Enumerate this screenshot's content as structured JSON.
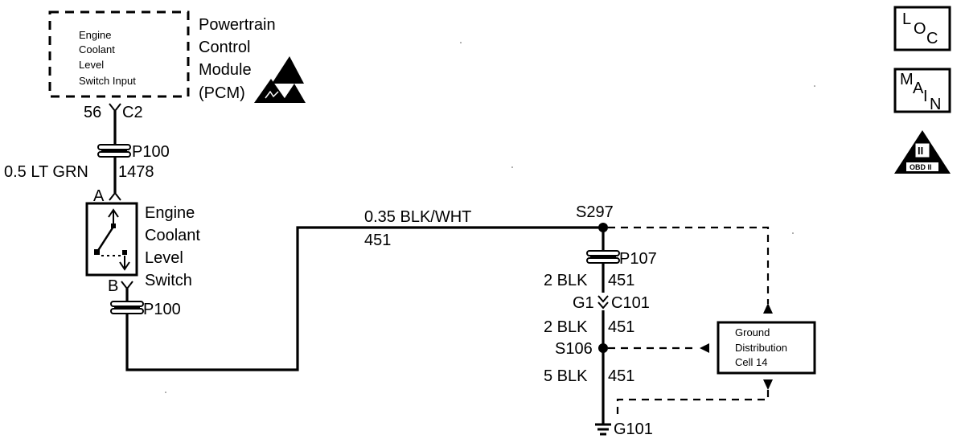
{
  "pcm": {
    "inner_lines": [
      "Engine",
      "Coolant",
      "Level",
      "Switch Input"
    ],
    "title_lines": [
      "Powertrain",
      "Control",
      "Module",
      "(PCM)"
    ],
    "pin": "56",
    "connector": "C2"
  },
  "wire_pcm": {
    "inline_connector": "P100",
    "gauge_color": "0.5 LT GRN",
    "circuit": "1478"
  },
  "switch": {
    "terminal_a": "A",
    "terminal_b": "B",
    "label_lines": [
      "Engine",
      "Coolant",
      "Level",
      "Switch"
    ],
    "inline_connector_b": "P100"
  },
  "wire_main": {
    "gauge_color": "0.35 BLK/WHT",
    "circuit": "451",
    "splice": "S297"
  },
  "ground_path": {
    "inline_connector": "P107",
    "seg1_gauge": "2 BLK",
    "seg1_circuit": "451",
    "conn_left": "G1",
    "conn_right": "C101",
    "seg2_gauge": "2 BLK",
    "seg2_circuit": "451",
    "splice": "S106",
    "seg3_gauge": "5 BLK",
    "seg3_circuit": "451",
    "ground": "G101"
  },
  "ground_distribution": {
    "lines": [
      "Ground",
      "Distribution",
      "Cell 14"
    ]
  },
  "side_icons": {
    "loc": {
      "L": "L",
      "O": "O",
      "C": "C"
    },
    "main": {
      "M": "M",
      "A": "A",
      "I": "I",
      "N": "N"
    },
    "obd": {
      "numeral": "II",
      "label": "OBD II"
    }
  },
  "icons": [
    "esd-warning-icon",
    "ground-symbol-icon",
    "location-icon",
    "main-icon",
    "obd-ii-icon"
  ]
}
